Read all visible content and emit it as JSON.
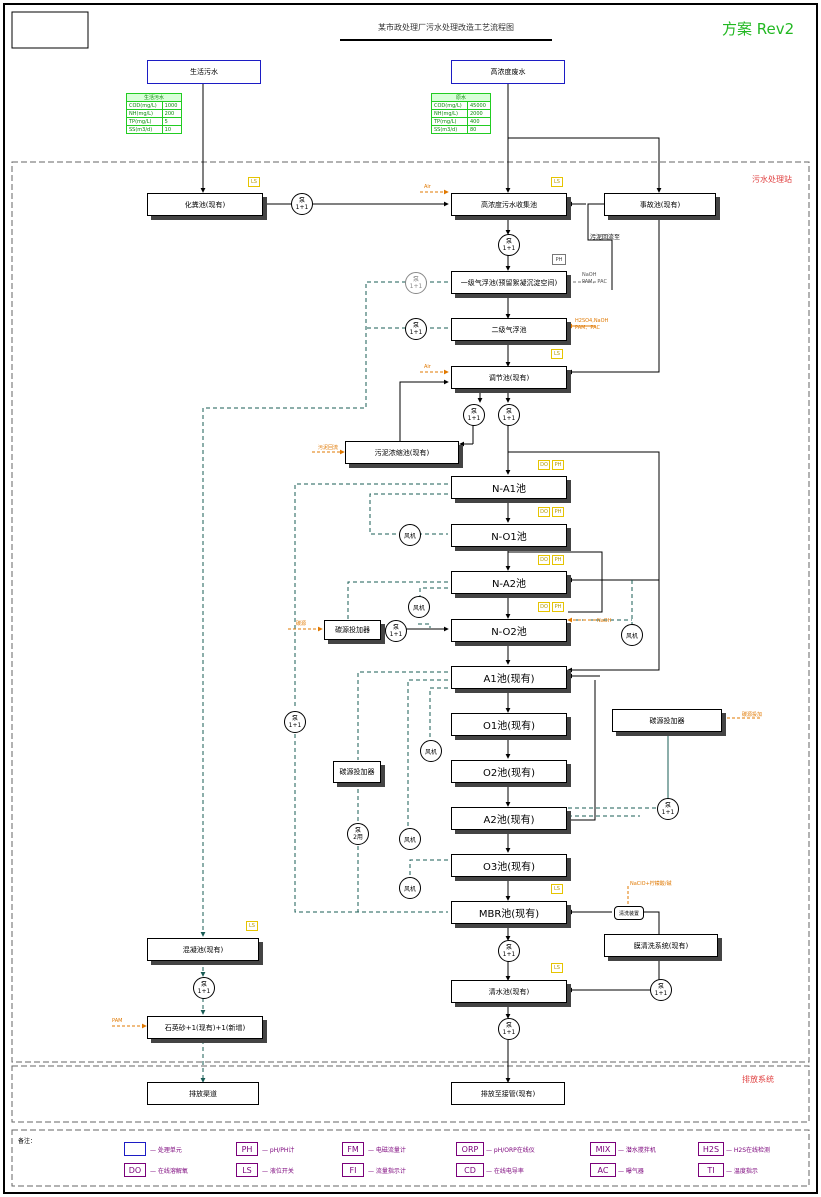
{
  "title": "某市政处理厂污水处理改造工艺流程图",
  "revision": "方案 Rev2",
  "zones": {
    "treatment": "污水处理站",
    "discharge": "排放系统"
  },
  "sources": {
    "left": "生活污水",
    "right": "高浓度废水",
    "left_table": {
      "header": "生活污水",
      "rows": [
        [
          "COD(mg/L)",
          "1000"
        ],
        [
          "NH(mg/L)",
          "200"
        ],
        [
          "TP(mg/L)",
          "5"
        ],
        [
          "SS(m3/d)",
          "10"
        ]
      ]
    },
    "right_table": {
      "header": "原水",
      "rows": [
        [
          "COD(mg/L)",
          "45000"
        ],
        [
          "NH(mg/L)",
          "2000"
        ],
        [
          "TP(mg/L)",
          "400"
        ],
        [
          "SS(m3/d)",
          "80"
        ]
      ]
    }
  },
  "units": {
    "septic": "化粪池(现有)",
    "collection": "高浓度污水收集池",
    "accident": "事故池(现有)",
    "air_float1": "一级气浮池(预留絮凝沉淀空间)",
    "air_float2": "二级气浮池",
    "equalization": "调节池(现有)",
    "sludge_conc": "污泥浓缩池(现有)",
    "na1": "N-A1池",
    "no1": "N-O1池",
    "na2": "N-A2池",
    "no2": "N-O2池",
    "a1": "A1池(现有)",
    "o1": "O1池(现有)",
    "o2": "O2池(现有)",
    "a2": "A2池(现有)",
    "o3": "O3池(现有)",
    "mbr": "MBR池(现有)",
    "mix_tank": "混凝池(现有)",
    "sand_filter": "石英砂+1(现有)+1(新增)",
    "clean_tank": "清水池(现有)",
    "mbr_clean": "膜清洗系统(现有)",
    "carbon1": "碳源投加器",
    "carbon2": "碳源投加器",
    "carbon3": "碳源投加器",
    "cip": "清洗装置",
    "discharge1": "排放渠道",
    "discharge2": "排放至接管(现有)"
  },
  "chemicals": {
    "naoh_pam": "NaOH\nPAM、PAC",
    "h2so4": "H2SO4,NaOH\nPAM、PAC",
    "air": "Air",
    "air2": "Air",
    "sludge_in": "污泥回流",
    "carbon_add": "碳源",
    "naoh": "NaOH",
    "naclo": "NaClO+柠檬酸/碱",
    "pam": "PAM",
    "reflux": "污泥回流至",
    "carbon_side": "碳源投加"
  },
  "pump_label": "泵",
  "pump_sub": "1+1",
  "pump_sub2": "2用",
  "blower_label": "风机",
  "legend": {
    "title": "备注：",
    "items": [
      {
        "symbol": "",
        "text": "— 处理单元"
      },
      {
        "symbol": "PH",
        "text": "— pH/PH计"
      },
      {
        "symbol": "FM",
        "text": "— 电磁流量计"
      },
      {
        "symbol": "ORP",
        "text": "— pH/ORP在线仪"
      },
      {
        "symbol": "MIX",
        "text": "— 潜水搅拌机"
      },
      {
        "symbol": "H2S",
        "text": "— H2S在线检测"
      },
      {
        "symbol": "DO",
        "text": "— 在线溶解氧"
      },
      {
        "symbol": "LS",
        "text": "— 液位开关"
      },
      {
        "symbol": "FI",
        "text": "— 流量指示计"
      },
      {
        "symbol": "CD",
        "text": "— 在线电导率"
      },
      {
        "symbol": "AC",
        "text": "— 曝气器"
      },
      {
        "symbol": "TI",
        "text": "— 温度指示"
      }
    ]
  },
  "tags": {
    "ls": "LS",
    "ph": "PH",
    "do": "DO"
  }
}
